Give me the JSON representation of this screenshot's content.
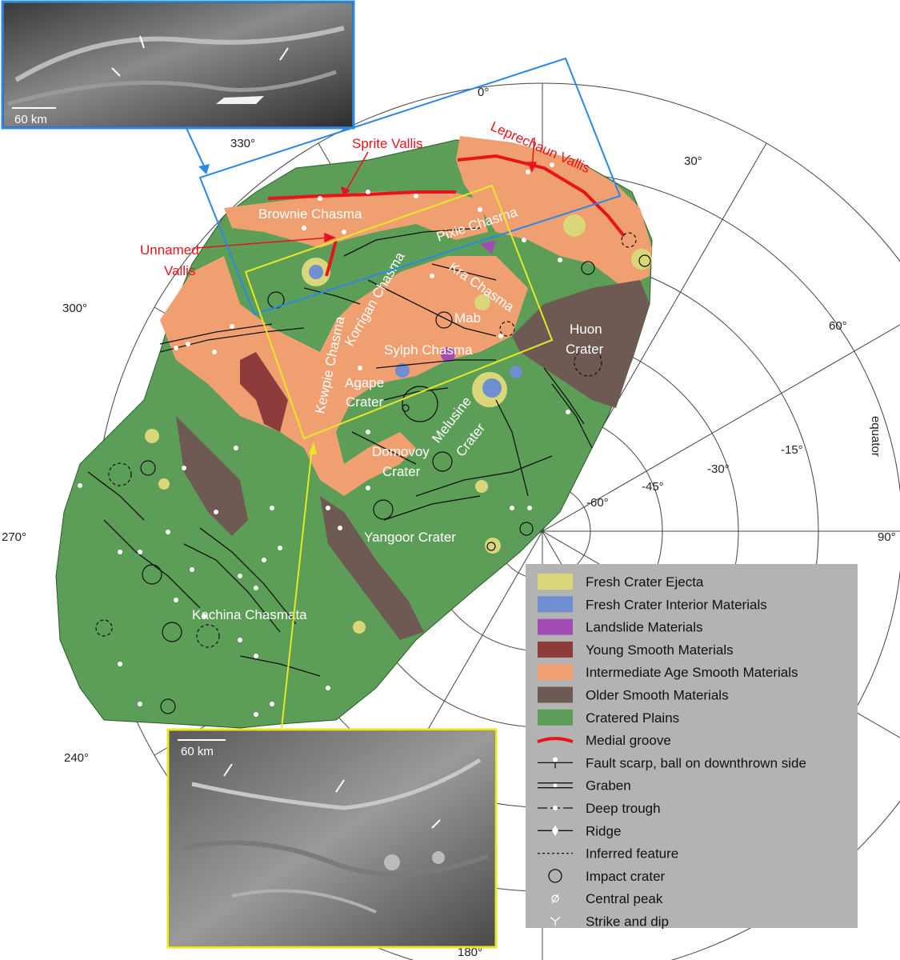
{
  "longitudes": [
    "0°",
    "30°",
    "60°",
    "90°",
    "270°",
    "300°",
    "330°",
    "240°",
    "180°"
  ],
  "latitudes": [
    "-15°",
    "-30°",
    "-45°",
    "-60°"
  ],
  "equator_label": "equator",
  "features": {
    "sprite_vallis": "Sprite Vallis",
    "leprechaun_vallis": "Leprechaun Vallis",
    "unnamed_vallis_1": "Unnamed",
    "unnamed_vallis_2": "Vallis",
    "brownie_chasma": "Brownie Chasma",
    "pixie_chasma": "Pixie Chasma",
    "korrigan_chasma": "Korrigan Chasma",
    "kra_chasma": "Kra Chasma",
    "kewpie_chasma": "Kewpie Chasma",
    "mab": "Mab",
    "sylph_chasma": "Sylph Chasma",
    "huon_crater_1": "Huon",
    "huon_crater_2": "Crater",
    "agape_crater_1": "Agape",
    "agape_crater_2": "Crater",
    "melusine_crater_1": "Melusine",
    "melusine_crater_2": "Crater",
    "domovoy_crater_1": "Domovoy",
    "domovoy_crater_2": "Crater",
    "yangoor_crater": "Yangoor Crater",
    "kachina_chasmata": "Kachina Chasmata"
  },
  "insets": {
    "top_scale": "60 km",
    "bottom_scale": "60 km"
  },
  "legend": [
    {
      "label": "Fresh Crater Ejecta",
      "color": "#d9d77a",
      "kind": "swatch"
    },
    {
      "label": "Fresh Crater Interior Materials",
      "color": "#6f8fd0",
      "kind": "swatch"
    },
    {
      "label": "Landslide Materials",
      "color": "#a24db3",
      "kind": "swatch"
    },
    {
      "label": "Young Smooth Materials",
      "color": "#8e3b3c",
      "kind": "swatch"
    },
    {
      "label": "Intermediate Age Smooth Materials",
      "color": "#f0a070",
      "kind": "swatch"
    },
    {
      "label": "Older Smooth Materials",
      "color": "#6e5a52",
      "kind": "swatch"
    },
    {
      "label": "Cratered Plains",
      "color": "#5c9e57",
      "kind": "swatch"
    },
    {
      "label": "Medial groove",
      "color": "#e8141b",
      "kind": "groove"
    },
    {
      "label": "Fault scarp, ball on downthrown side",
      "kind": "fault"
    },
    {
      "label": "Graben",
      "kind": "graben"
    },
    {
      "label": "Deep trough",
      "kind": "trough"
    },
    {
      "label": "Ridge",
      "kind": "ridge"
    },
    {
      "label": "Inferred feature",
      "kind": "inferred"
    },
    {
      "label": "Impact crater",
      "kind": "crater"
    },
    {
      "label": "Central peak",
      "kind": "peak"
    },
    {
      "label": "Strike and dip",
      "kind": "strike"
    }
  ]
}
